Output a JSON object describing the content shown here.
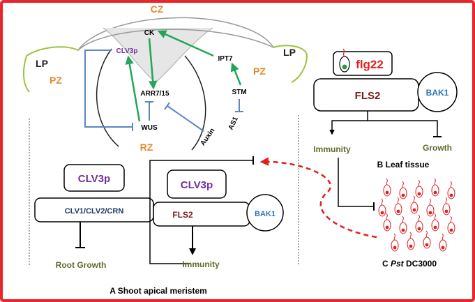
{
  "colors": {
    "frame": "#e8262b",
    "zone_orange": "#e38a2e",
    "purple": "#7030a0",
    "green_arrow": "#21a65a",
    "blue_inhibit": "#5b86c5",
    "dark_red": "#7b1b1b",
    "olive": "#5e6b2c",
    "navy": "#1f3864",
    "bak1_blue": "#2e75b6",
    "lp_curve": "#9cc43b",
    "red_dash": "#e02020"
  },
  "zones": {
    "cz": "CZ",
    "pz_left": "PZ",
    "pz_right": "PZ",
    "rz": "RZ",
    "lp_left": "LP",
    "lp_right": "LP"
  },
  "meristem": {
    "ck": "CK",
    "clv3p": "CLV3p",
    "ipt7": "IPT7",
    "arr": "ARR7/15",
    "stm": "STM",
    "wus": "WUS",
    "auxin": "Auxin",
    "as1": "AS1"
  },
  "root_panel": {
    "clv3p": "CLV3p",
    "receptors": "CLV1/CLV2/CRN",
    "outcome_root": "Root",
    "outcome_growth": "Growth"
  },
  "shoot_panel": {
    "clv3p": "CLV3p",
    "fls2": "FLS2",
    "bak1": "BAK1",
    "immunity": "Immunity"
  },
  "leaf_panel": {
    "flg22": "flg22",
    "fls2": "FLS2",
    "bak1": "BAK1",
    "immunity": "Immunity",
    "growth": "Growth",
    "caption_letter": "B",
    "caption_text": "Leaf tissue"
  },
  "pathogen": {
    "caption_letter": "C",
    "caption_italic": "Pst",
    "caption_text": "DC3000"
  },
  "caption_a": {
    "letter": "A",
    "text": "Shoot apical meristem"
  }
}
